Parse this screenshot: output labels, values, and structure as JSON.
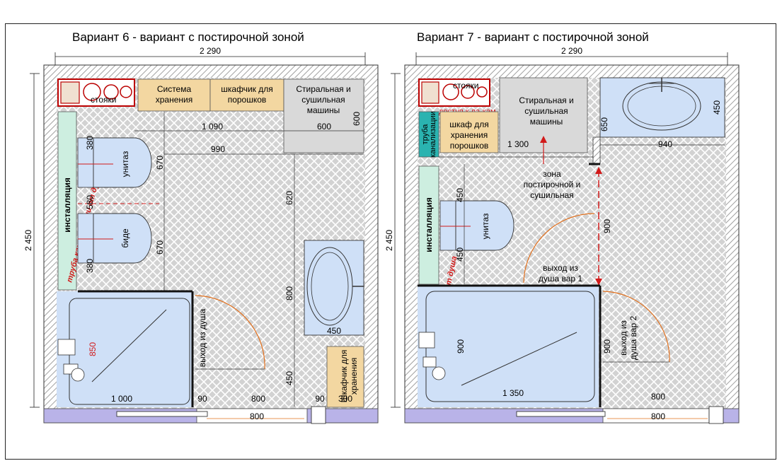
{
  "colors": {
    "wall_hatch": "#8a8a8a",
    "floor_tile": "#c8c8c8",
    "fixture_blue": "#cfe0f7",
    "storage_tan": "#f3d7a1",
    "installation_green": "#cdeee0",
    "teal_pipe": "#2ab3b0",
    "door_arc": "#e0701e",
    "annotation_red": "#d11a1a",
    "threshold_purple": "#b9b3e8"
  },
  "variant6": {
    "title": "Вариант 6 - вариант с постирочной зоной",
    "width_dim": "2 290",
    "height_dim": "2 450",
    "risers": "стояки",
    "storage_system": [
      "Система",
      "хранения"
    ],
    "powder_cabinet": [
      "шкафчик для",
      "порошков"
    ],
    "washer": [
      "Стиральная и",
      "сушильная",
      "машины"
    ],
    "installation": "инсталляция",
    "toilet": "унитаз",
    "bidet": "биде",
    "drain_pipe": "труба канализации от душа",
    "shower_exit": "выход из душа",
    "cabinet_storage": [
      "Шкафчик для",
      "хранения"
    ],
    "dims": {
      "d1090": "1 090",
      "d600a": "600",
      "d600b": "600",
      "d990": "990",
      "d380a": "380",
      "d670a": "670",
      "d580": "580",
      "d670b": "670",
      "d380b": "380",
      "d620": "620",
      "d800v": "800",
      "d450w": "450",
      "d450v": "450",
      "d850": "850",
      "d1000": "1 000",
      "d90a": "90",
      "d800a": "800",
      "d90b": "90",
      "d300": "300",
      "d800b": "800"
    }
  },
  "variant7": {
    "title": "Вариант 7 - вариант с постирочной зоной",
    "width_dim": "2 290",
    "height_dim": "2 450",
    "risers": "стояки",
    "access_hatch": "доступ к ла-кам",
    "pipe_label": [
      "труба",
      "канализации"
    ],
    "powder_cabinet": [
      "шкаф для",
      "хранения",
      "порошков"
    ],
    "washer": [
      "Стиральная и",
      "сушильная",
      "машины"
    ],
    "laundry_zone": [
      "зона",
      "постирочной и",
      "сушильная"
    ],
    "installation": "инсталляция",
    "toilet": "унитаз",
    "drain_pipe": "труба канализации от душа",
    "exit1": [
      "выход из",
      "душа вар 1"
    ],
    "exit2": [
      "выход из",
      "душа вар 2"
    ],
    "dims": {
      "d1300": "1 300",
      "d650": "650",
      "d450a": "450",
      "d940": "940",
      "d450b": "450",
      "d450c": "450",
      "d900a": "900",
      "d900b": "900",
      "d900c": "900",
      "d1350": "1 350",
      "d800a": "800",
      "d800b": "800"
    }
  }
}
